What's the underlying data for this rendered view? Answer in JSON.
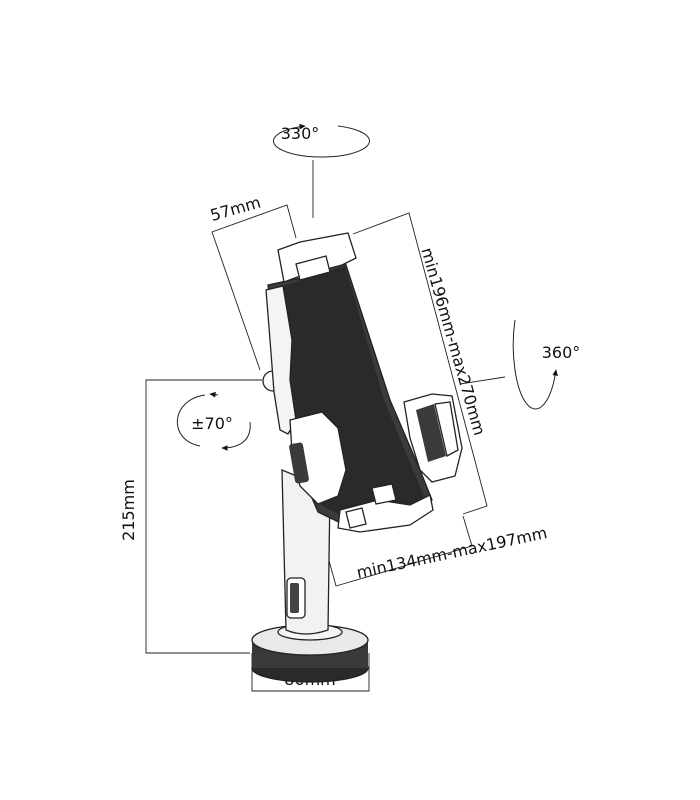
{
  "labels": {
    "rotate_top": "330°",
    "rotate_side": "360°",
    "tilt": "±70°",
    "height": "215mm",
    "width_offset": "57mm",
    "holder_height": "min196mm-max270mm",
    "holder_width": "min134mm-max197mm",
    "base_diameter": "86mm"
  }
}
